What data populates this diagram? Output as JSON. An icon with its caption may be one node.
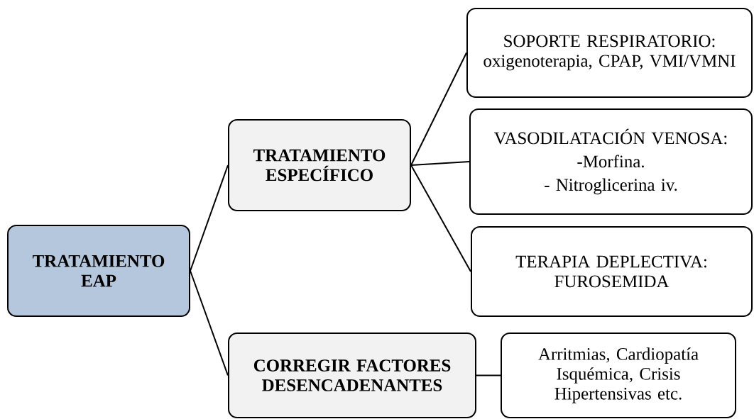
{
  "diagram": {
    "nodes": [
      {
        "text": [
          "TRATAMIENTO EAP"
        ]
      },
      {
        "text": [
          "TRATAMIENTO ESPECÍFICO"
        ]
      },
      {
        "text": [
          "SOPORTE RESPIRATORIO: oxigenoterapia, CPAP, VMI/VMNI"
        ]
      },
      {
        "text": [
          "VASODILATACIÓN VENOSA:",
          "-Morfina.",
          "- Nitroglicerina iv."
        ]
      },
      {
        "text": [
          "TERAPIA DEPLECTIVA: FUROSEMIDA"
        ]
      },
      {
        "text": [
          "CORREGIR FACTORES DESENCADENANTES"
        ]
      },
      {
        "text": [
          "Arritmias, Cardiopatía Isquémica, Crisis Hipertensivas etc."
        ]
      }
    ],
    "edges": [
      {
        "from": 0,
        "to": 1,
        "arrow": "none"
      },
      {
        "from": 0,
        "to": 5,
        "arrow": "none"
      },
      {
        "from": 1,
        "to": 2,
        "arrow": "none"
      },
      {
        "from": 1,
        "to": 3,
        "arrow": "none"
      },
      {
        "from": 1,
        "to": 4,
        "arrow": "none"
      },
      {
        "from": 5,
        "to": 6,
        "arrow": "none"
      }
    ]
  }
}
